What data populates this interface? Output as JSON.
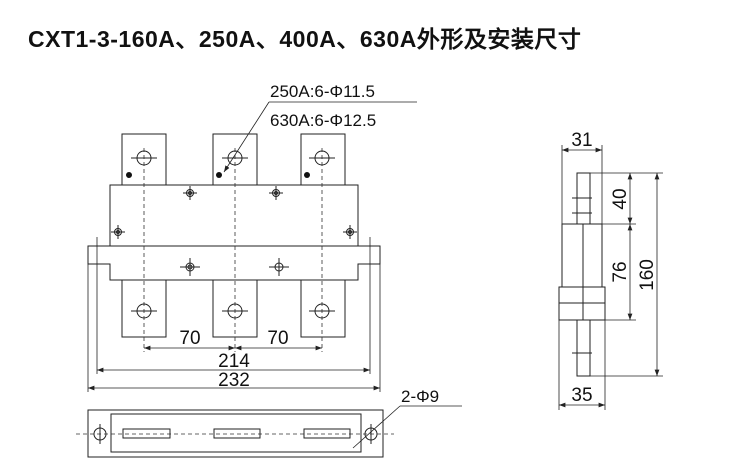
{
  "title": "CXT1-3-160A、250A、400A、630A外形及安装尺寸",
  "front_view": {
    "hole_note_1": "250A:6-Φ11.5",
    "hole_note_2": "630A:6-Φ12.5",
    "dim_pitch_left": "70",
    "dim_pitch_right": "70",
    "dim_mount": "214",
    "dim_overall": "232"
  },
  "bottom_view": {
    "mount_hole_note": "2-Φ9"
  },
  "side_view": {
    "dim_depth_top": "31",
    "dim_depth_bottom": "35",
    "dim_terminal": "40",
    "dim_body": "76",
    "dim_height": "160"
  }
}
